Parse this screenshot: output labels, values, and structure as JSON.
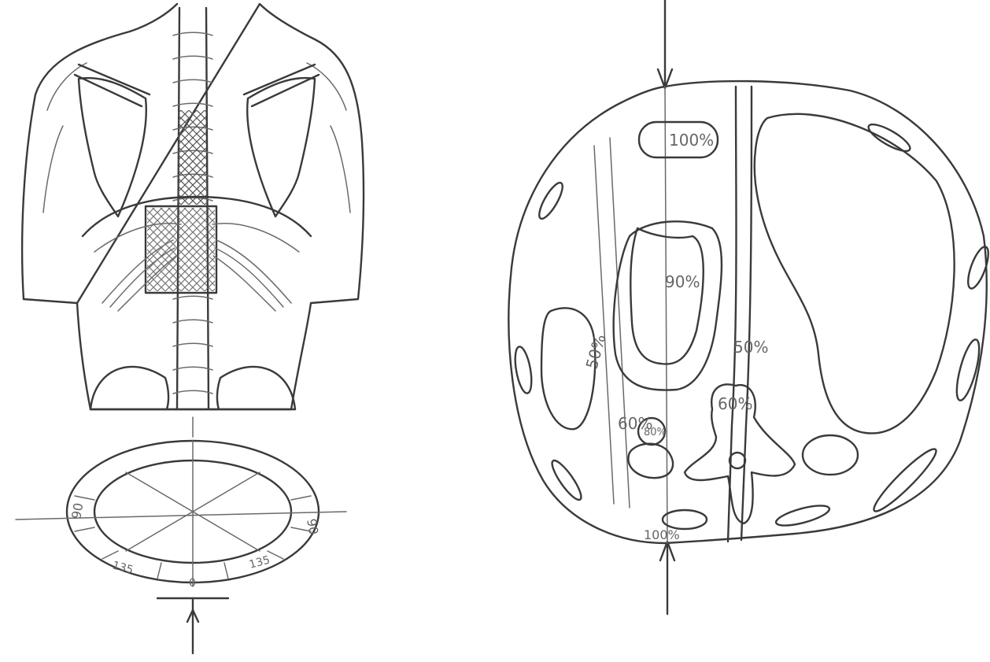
{
  "figure": {
    "back_view": {
      "gantry_labels": [
        "90",
        "90",
        "135",
        "135",
        "0"
      ]
    },
    "cross_section": {
      "isodose_labels": [
        "100%",
        "90%",
        "50%",
        "50%",
        "60%",
        "60%",
        "80%",
        "100%"
      ]
    }
  },
  "colors": {
    "ink": "#3a3a3a",
    "paper": "#ffffff",
    "label": "#666666"
  }
}
